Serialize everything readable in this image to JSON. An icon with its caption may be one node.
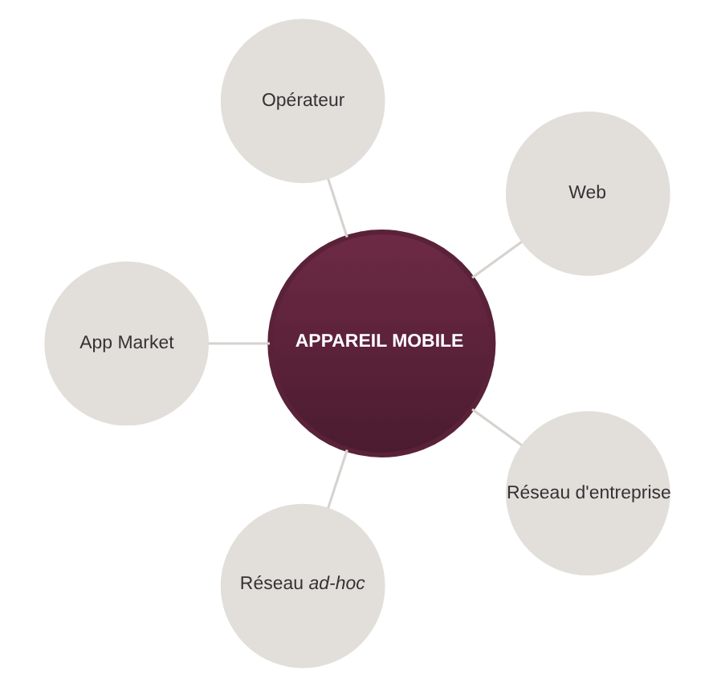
{
  "diagram": {
    "nodes": [
      {
        "text": [
          "Web"
        ]
      },
      {
        "text": [
          "Opérateur"
        ]
      },
      {
        "text": [
          "App Market"
        ]
      },
      {
        "text": [
          "APPAREIL MOBILE"
        ]
      },
      {
        "text": [
          "Réseau *ad-hoc*"
        ]
      },
      {
        "text": [
          "Réseau d'entreprise"
        ]
      }
    ],
    "edges": [
      {
        "from": 3,
        "to": 0,
        "arrow": "none"
      },
      {
        "from": 3,
        "to": 2,
        "arrow": "none"
      },
      {
        "from": 3,
        "to": 5,
        "arrow": "none"
      },
      {
        "from": 3,
        "to": 4,
        "arrow": "none"
      },
      {
        "from": 3,
        "to": 1,
        "arrow": "none"
      }
    ]
  }
}
